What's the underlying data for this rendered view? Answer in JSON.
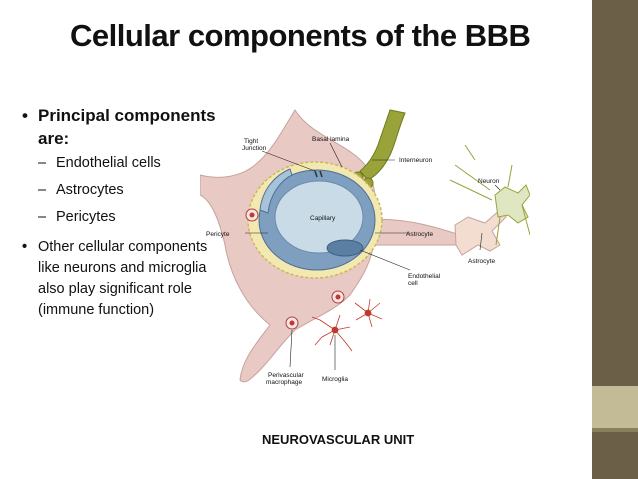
{
  "title": "Cellular components of the BBB",
  "bullets": {
    "principal_line1": "Principal components",
    "principal_line2": "are:",
    "items": [
      "Endothelial cells",
      "Astrocytes",
      "Pericytes"
    ],
    "other_lines": [
      "Other cellular components",
      "like neurons and microglia",
      "also play significant role",
      "(immune function)"
    ]
  },
  "diagram": {
    "labels": {
      "tight_junction_1": "Tight",
      "tight_junction_2": "Junction",
      "basal_lamina": "Basal lamina",
      "interneuron": "Interneuron",
      "neuron": "Neuron",
      "capillary": "Capillary",
      "pericyte": "Pericyte",
      "astrocyte_1": "Astrocyte",
      "astrocyte_2": "Astrocyte",
      "endothelial_1": "Endothelial",
      "endothelial_2": "cell",
      "perivascular_1": "Perivascular",
      "perivascular_2": "macrophage",
      "microglia": "Microglia"
    },
    "colors": {
      "astrocyte_body": "#e9c9c4",
      "capillary_lumen": "#c9dbe6",
      "endothelium": "#7e9fbf",
      "basal_lamina": "#f2e8b0",
      "interneuron": "#9aa23a",
      "microglia": "#c0392b"
    }
  },
  "caption": "NEUROVASCULAR UNIT",
  "bullet_symbol": "•",
  "dash_symbol": "–"
}
